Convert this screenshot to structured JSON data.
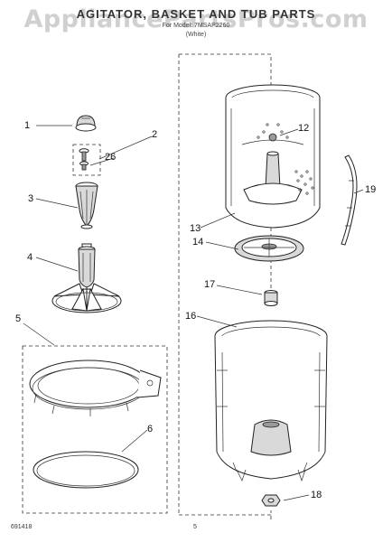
{
  "header": {
    "title": "AGITATOR, BASKET AND TUB PARTS",
    "subtitle": "For Model: 7MSAP2260",
    "subtitle2": "(White)"
  },
  "watermark": "AppliancePartsPros.com",
  "callouts": [
    "1",
    "2",
    "26",
    "3",
    "4",
    "5",
    "6",
    "12",
    "13",
    "14",
    "17",
    "16",
    "18",
    "19"
  ],
  "footer": {
    "left_code": "691418",
    "page_number": "5"
  }
}
